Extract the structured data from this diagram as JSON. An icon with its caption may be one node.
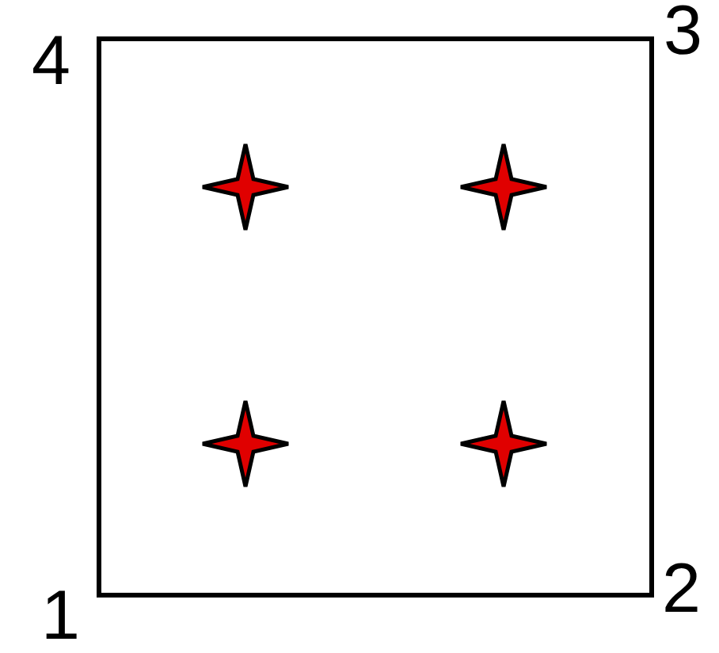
{
  "diagram": {
    "labels": [
      "4",
      "3",
      "1",
      "2"
    ]
  }
}
